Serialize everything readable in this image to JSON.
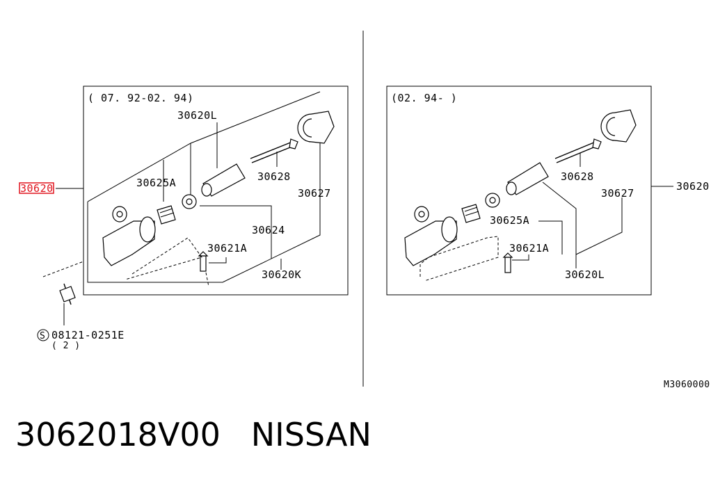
{
  "left_panel": {
    "date_range": "( 07. 92-02. 94)",
    "labels": {
      "l30620L": "30620L",
      "l30625A": "30625A",
      "l30628": "30628",
      "l30627": "30627",
      "l30624": "30624",
      "l30621A": "30621A",
      "l30620K": "30620K"
    }
  },
  "right_panel": {
    "date_range": "(02. 94-    )",
    "labels": {
      "l30628": "30628",
      "l30627": "30627",
      "l30625A": "30625A",
      "l30621A": "30621A",
      "l30620L": "30620L"
    }
  },
  "callouts": {
    "highlighted_part": "30620",
    "right_part": "30620",
    "bolt_code": "08121-0251E",
    "bolt_qty": "( 2 )",
    "bolt_symbol": "S",
    "diagram_code": "M3060000"
  },
  "colors": {
    "highlight": "#e0141e",
    "line": "#000000"
  },
  "footer": {
    "part_number": "3062018V00",
    "brand": "NISSAN"
  }
}
